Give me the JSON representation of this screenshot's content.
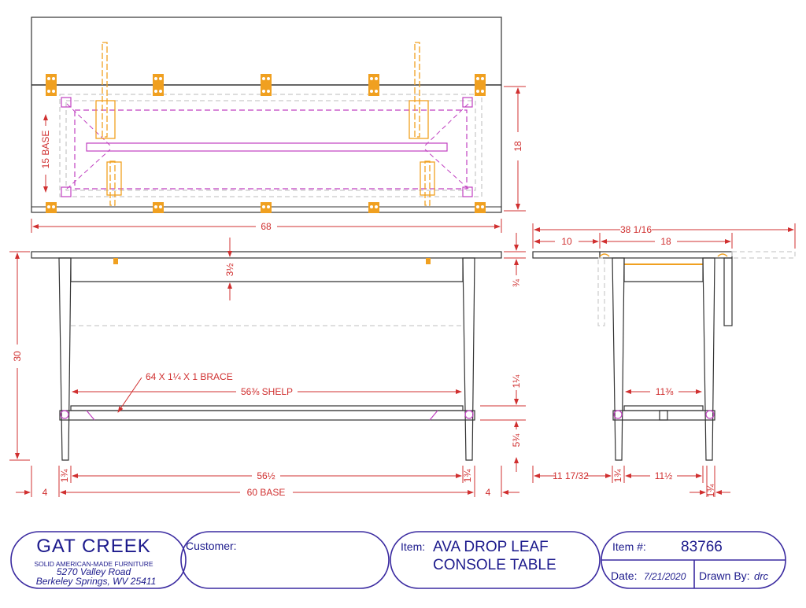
{
  "dimensions": {
    "top_length": "68",
    "top_depth": "18",
    "base_depth": "15 BASE",
    "apron": "3½",
    "height": "30",
    "brace_note": "64 X 1¼ X 1 BRACE",
    "shelf": "56⅜ SHELP",
    "shelf_gap": "1¼",
    "shelf_low": "5¾",
    "leg_inner": "56½",
    "base_length": "60 BASE",
    "overhang_left": "4",
    "overhang_right": "4",
    "leg_small_l": "1¾",
    "leg_small_r": "1¾",
    "top_thick": "¾",
    "side_total": "38 1/16",
    "side_leaf": "10",
    "side_top": "18",
    "side_shelf": "11⅜",
    "side_left_off": "11 17/32",
    "side_leg": "1¾",
    "side_inner": "11½",
    "side_right_small": "1¾"
  },
  "title_block": {
    "logo": "GAT CREEK",
    "tagline": "SOLID AMERICAN-MADE FURNITURE",
    "address1": "5270 Valley Road",
    "address2": "Berkeley Springs, WV  25411",
    "customer_label": "Customer:",
    "item_label": "Item:",
    "item_name_1": "AVA DROP LEAF",
    "item_name_2": "CONSOLE TABLE",
    "item_no_label": "Item #:",
    "item_no": "83766",
    "date_label": "Date:",
    "date": "7/21/2020",
    "drawn_label": "Drawn By:",
    "drawn": "drc"
  },
  "colors": {
    "dimension": "#d03030",
    "outline": "#333333",
    "hardware": "#f0a020",
    "frame": "#c040c0",
    "title_block": "#3a2aa0"
  }
}
